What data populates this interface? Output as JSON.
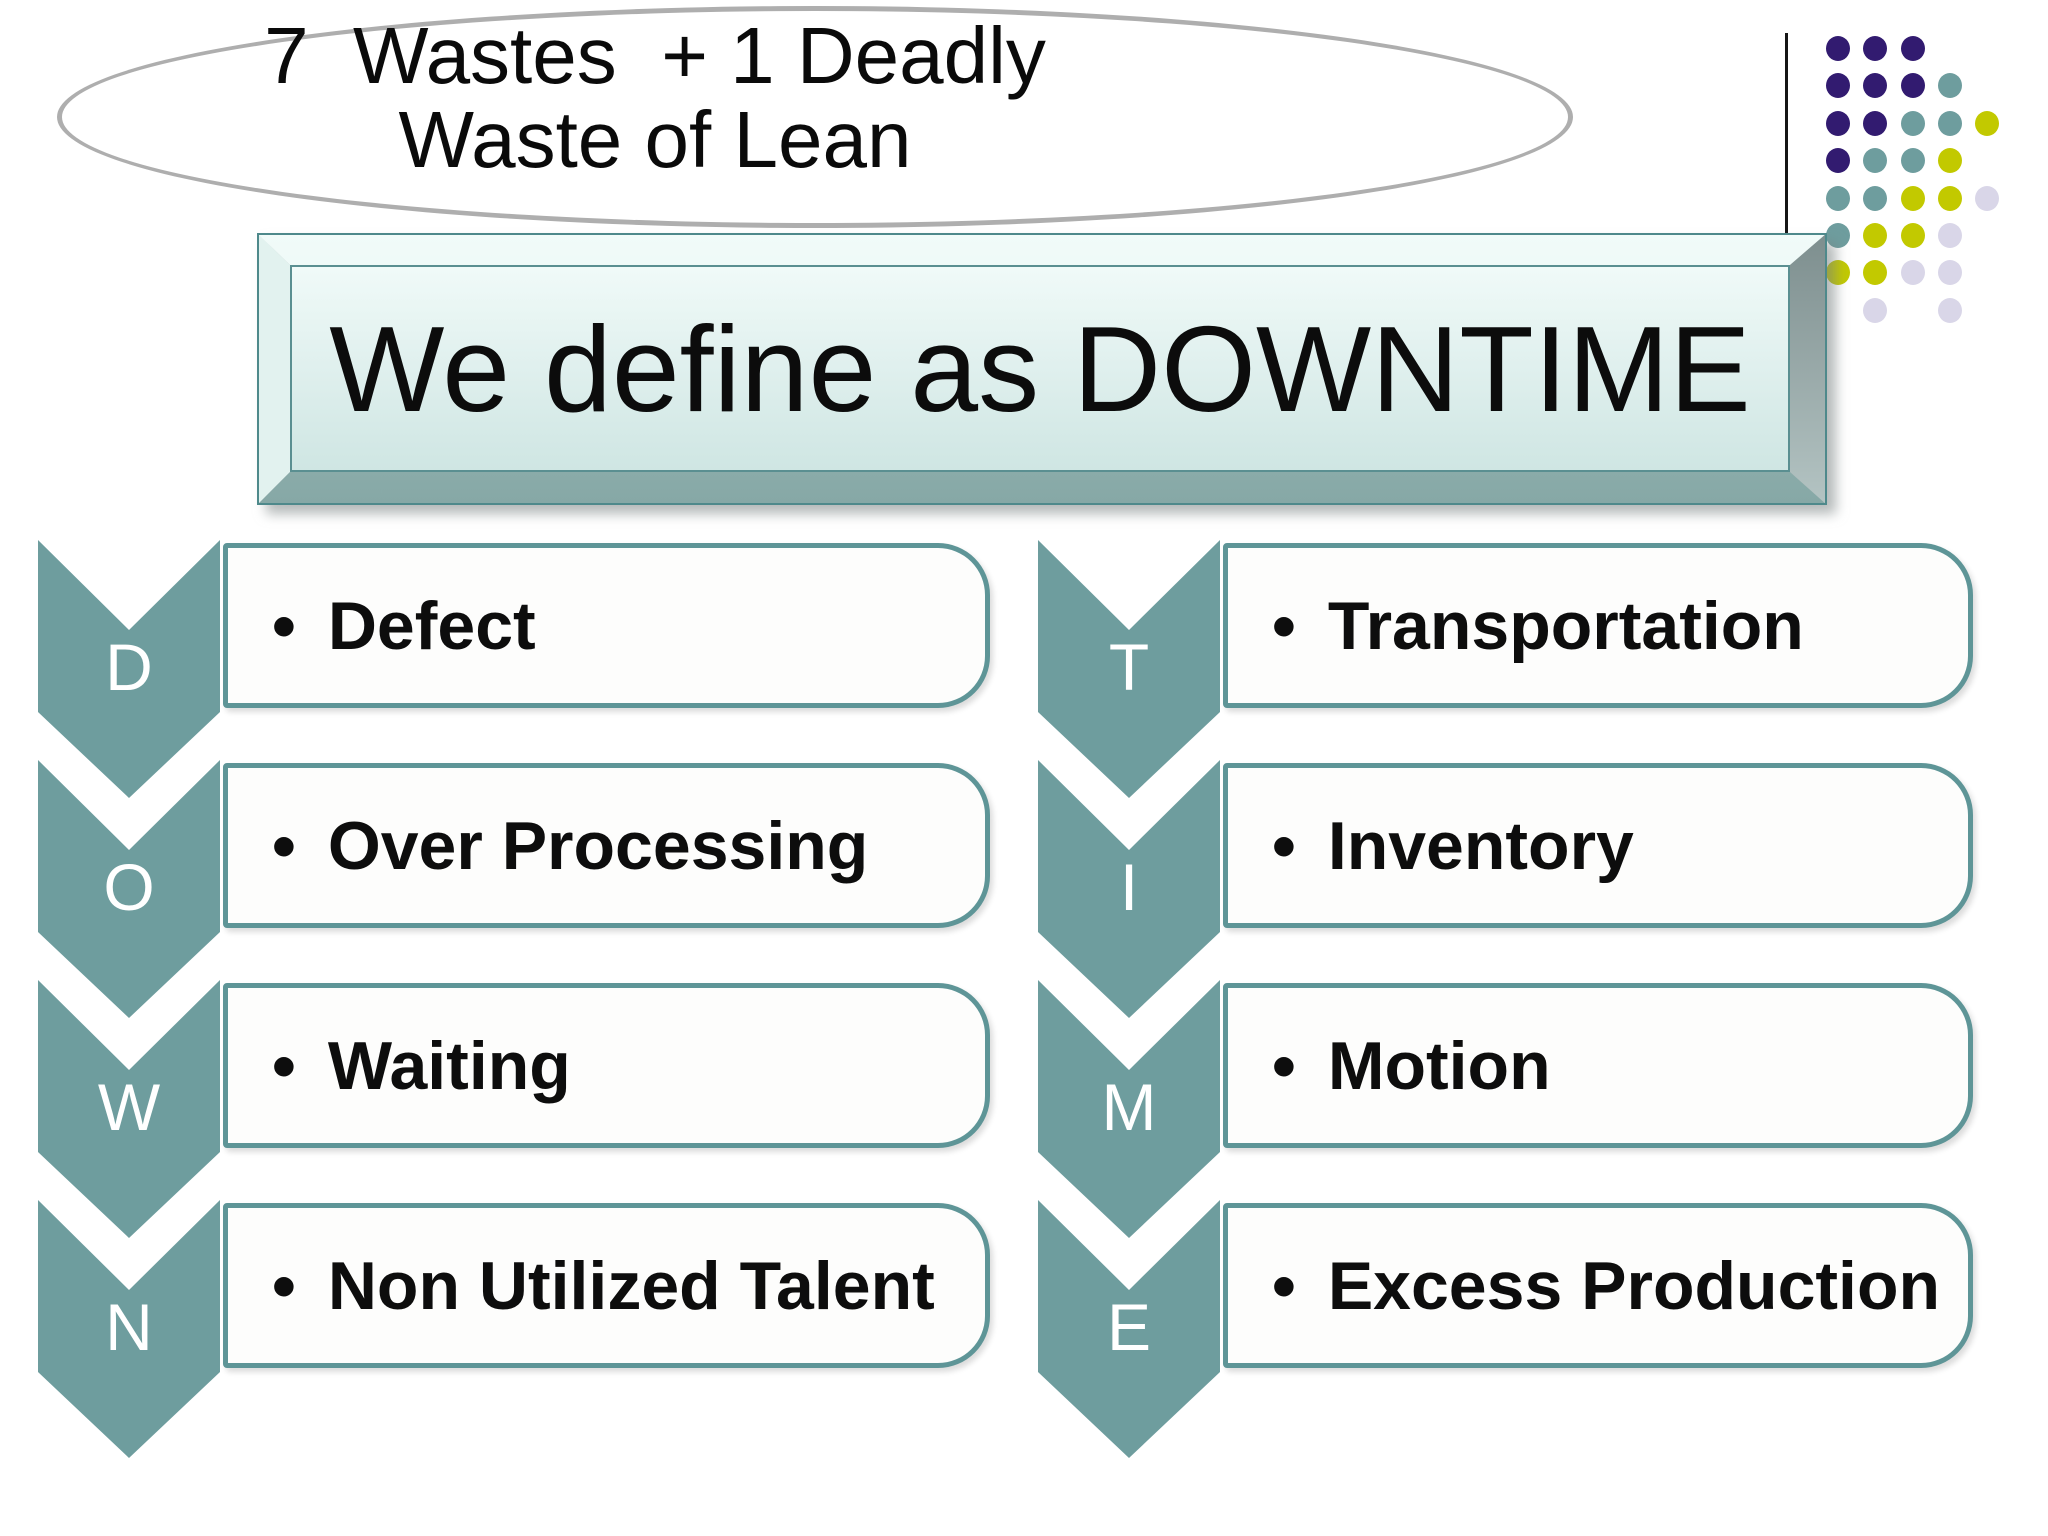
{
  "header": {
    "title": "7  Wastes  + 1 Deadly\nWaste of Lean",
    "banner": "We define as DOWNTIME"
  },
  "acronym": {
    "bullet_char": "•",
    "left_column": [
      {
        "letter": "D",
        "label": "Defect"
      },
      {
        "letter": "O",
        "label": "Over Processing"
      },
      {
        "letter": "W",
        "label": "Waiting"
      },
      {
        "letter": "N",
        "label": "Non Utilized Talent"
      }
    ],
    "right_column": [
      {
        "letter": "T",
        "label": "Transportation"
      },
      {
        "letter": "I",
        "label": "Inventory"
      },
      {
        "letter": "M",
        "label": "Motion"
      },
      {
        "letter": "E",
        "label": "Excess Production"
      }
    ]
  },
  "decor_dots": {
    "pattern": [
      "PPP",
      "PPPT",
      "PPTTY",
      "PTTY",
      "TTYYL",
      "TYYL",
      "YYLL",
      ".L.L"
    ],
    "legend": {
      "P": "purple",
      "T": "teal",
      "Y": "yellow",
      "L": "lavender"
    }
  },
  "colors": {
    "chevron_teal": "#6e9d9e",
    "box_border_teal": "#5e9597",
    "dot_purple": "#321b70",
    "dot_teal": "#6e9d9e",
    "dot_yellow": "#c2c900",
    "dot_lavender": "#d9d6e8",
    "ellipse_outline_gray": "#aeaeae",
    "banner_edge_teal": "#4e898b"
  }
}
